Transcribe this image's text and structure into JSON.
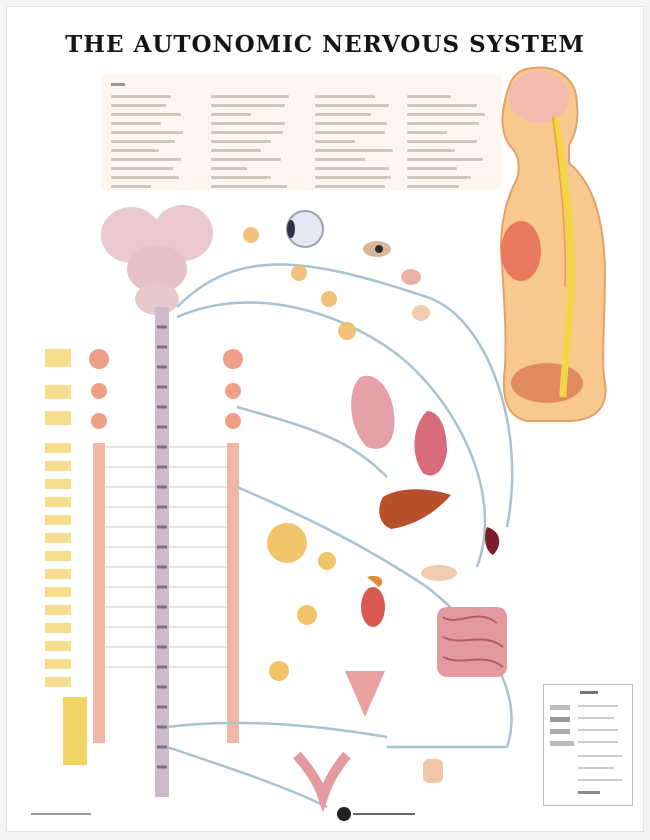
{
  "poster": {
    "title": "THE AUTONOMIC NERVOUS SYSTEM",
    "colors": {
      "background": "#ffffff",
      "title": "#151515",
      "key_panel": "#fdf6ef",
      "spinal_cord": "#c9b8c4",
      "sympathetic_chain": "#e89a80",
      "ganglia": "#f2c46a",
      "organs": "#d9736a",
      "nerves": "#9fb7c4"
    },
    "key": {
      "columns": 4,
      "note": "small key text illegible at this resolution"
    },
    "figures": [
      {
        "name": "brain-brainstem",
        "description": "brain and brainstem, top-left"
      },
      {
        "name": "spinal-cord",
        "description": "vertical spinal cord with segments"
      },
      {
        "name": "sympathetic-chains",
        "description": "paired ganglion chains on both sides of cord"
      },
      {
        "name": "eye",
        "description": "eye at top center"
      },
      {
        "name": "lacrimal-salivary-glands",
        "description": "glands right of eye"
      },
      {
        "name": "lungs",
        "description": "lungs"
      },
      {
        "name": "heart",
        "description": "heart"
      },
      {
        "name": "liver",
        "description": "liver"
      },
      {
        "name": "stomach-spleen",
        "description": "spleen / stomach"
      },
      {
        "name": "kidney-adrenal",
        "description": "kidney with adrenal gland"
      },
      {
        "name": "intestines",
        "description": "small and large intestine"
      },
      {
        "name": "bladder",
        "description": "urinary bladder"
      },
      {
        "name": "reproductive-organs",
        "description": "reproductive organs bottom"
      },
      {
        "name": "body-profile",
        "description": "side view of torso showing spinal cord, top-right"
      }
    ],
    "legend": {
      "rows": 8
    }
  }
}
